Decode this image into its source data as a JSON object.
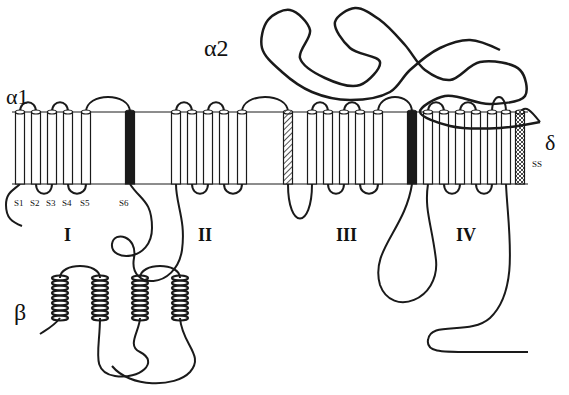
{
  "diagram": {
    "labels": [
      "α2",
      "α1",
      "δ",
      "SS",
      "S1",
      "S2",
      "S3",
      "S4",
      "S5",
      "S6",
      "I",
      "II",
      "III",
      "IV",
      "β"
    ]
  }
}
